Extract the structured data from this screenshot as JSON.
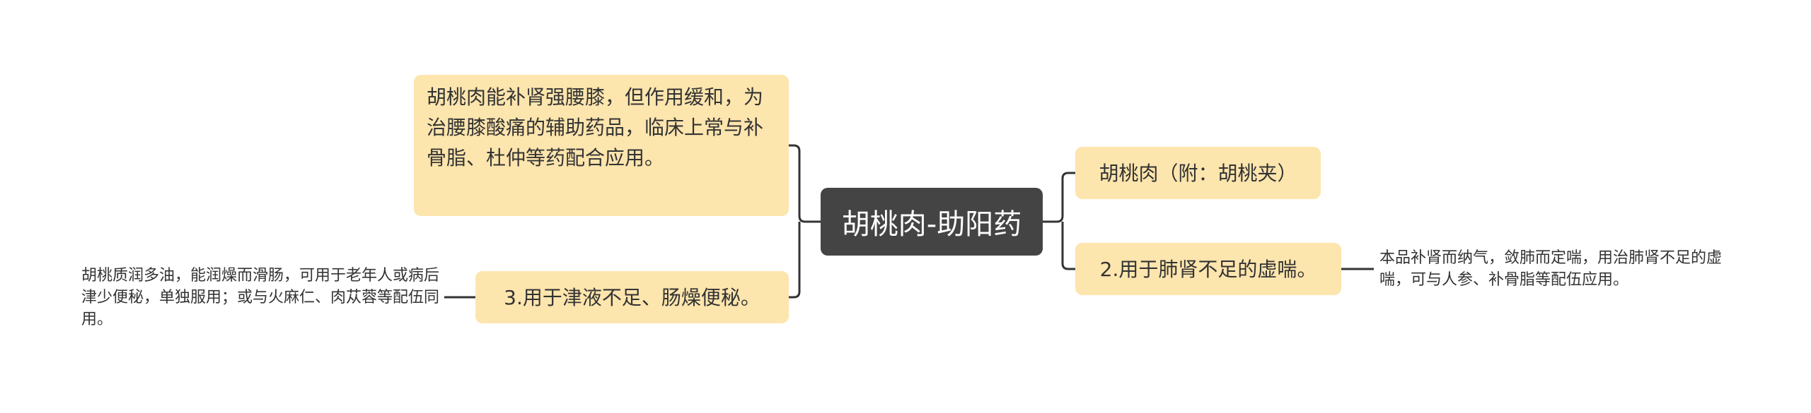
{
  "colors": {
    "root_bg": "#444444",
    "root_text": "#ffffff",
    "card_bg": "#fde5ae",
    "text": "#333333",
    "line": "#333333"
  },
  "root": {
    "label": "胡桃肉-助阳药"
  },
  "left": [
    {
      "label": "胡桃肉能补肾强腰膝，但作用缓和，为治腰膝酸痛的辅助药品，临床上常与补骨脂、杜仲等药配合应用。"
    },
    {
      "label": "3.用于津液不足、肠燥便秘。",
      "leaf": "胡桃质润多油，能润燥而滑肠，可用于老年人或病后津少便秘，单独服用；或与火麻仁、肉苁蓉等配伍同用。"
    }
  ],
  "right": [
    {
      "label": "胡桃肉（附：胡桃夹）"
    },
    {
      "label": "2.用于肺肾不足的虚喘。",
      "leaf": "本品补肾而纳气，敛肺而定喘，用治肺肾不足的虚喘，可与人参、补骨脂等配伍应用。"
    }
  ]
}
